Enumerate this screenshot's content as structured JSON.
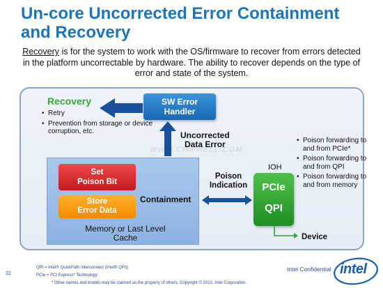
{
  "slide": {
    "title_line1": "Un-core Uncorrected Error Containment",
    "title_line2": "and Recovery",
    "subtitle_link": "Recovery",
    "subtitle_rest": " is for the system to work with the OS/firmware to recover from errors detected in the platform uncorrectable by hardware. The ability to recover depends on the type of error and state of the system."
  },
  "recovery": {
    "title": "Recovery",
    "bullets": [
      "Retry",
      "Prevention from storage or device corruption, etc."
    ]
  },
  "sw_handler": {
    "line1": "SW Error",
    "line2": "Handler"
  },
  "uncorrected": {
    "line1": "Uncorrected",
    "line2": "Data Error"
  },
  "memory": {
    "set_line1": "Set",
    "set_line2": "Poison Bit",
    "store_line1": "Store",
    "store_line2": "Error Data",
    "containment": "Containment",
    "label_line1": "Memory or Last Level",
    "label_line2": "Cache"
  },
  "poison": {
    "line1": "Poison",
    "line2": "Indication"
  },
  "ioh": {
    "label": "IOH",
    "pcie": "PCIe",
    "qpi": "QPI",
    "device": "Device",
    "bullets": [
      "Poison forwarding to and from PCIe*",
      "Poison forwarding to and from QPI",
      "Poison forwarding to and from memory"
    ]
  },
  "footer": {
    "page": "22",
    "note1": "QPI = Intel® QuickPath Interconnect (Intel® QPI))",
    "note2": "PCIe = PCI Express* Technology",
    "note3": "* Other names and brands may be claimed as the property of others.    Copyright © 2010, Intel Corporation.",
    "confidential": "Intel Confidential",
    "logo": "intel",
    "watermark": "WWW.CHIPHELL.COM"
  },
  "colors": {
    "title": "#1b75bb",
    "recovery": "#3aa535",
    "sw_box": "#1f6fbf",
    "set_box": "#d42a2a",
    "store_box": "#f7a020",
    "pcie_box": "#2ea82c",
    "memory_box": "#9bbde8"
  }
}
